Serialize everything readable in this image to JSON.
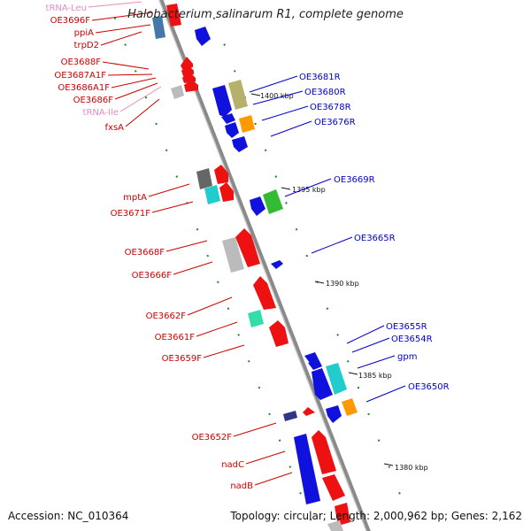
{
  "title": "Halobacterium salinarum R1, complete genome",
  "footer": {
    "accession": "Accession: NC_010364",
    "summary": "Topology: circular; Length: 2,000,962 bp; Genes: 2,162"
  },
  "scale_labels": [
    "1400 kbp",
    "1395 kbp",
    "1390 kbp",
    "1385 kbp",
    "1380 kbp"
  ],
  "left_labels": [
    {
      "text": "tRNA-Leu",
      "kind": "rna"
    },
    {
      "text": "OE3696F",
      "kind": "gene"
    },
    {
      "text": "ppiA",
      "kind": "gene"
    },
    {
      "text": "trpD2",
      "kind": "gene"
    },
    {
      "text": "OE3688F",
      "kind": "gene"
    },
    {
      "text": "OE3687A1F",
      "kind": "gene"
    },
    {
      "text": "OE3686A1F",
      "kind": "gene"
    },
    {
      "text": "OE3686F",
      "kind": "gene"
    },
    {
      "text": "tRNA-Ile",
      "kind": "rna"
    },
    {
      "text": "fxsA",
      "kind": "gene"
    },
    {
      "text": "mptA",
      "kind": "gene"
    },
    {
      "text": "OE3671F",
      "kind": "gene"
    },
    {
      "text": "OE3668F",
      "kind": "gene"
    },
    {
      "text": "OE3666F",
      "kind": "gene"
    },
    {
      "text": "OE3662F",
      "kind": "gene"
    },
    {
      "text": "OE3661F",
      "kind": "gene"
    },
    {
      "text": "OE3659F",
      "kind": "gene"
    },
    {
      "text": "OE3652F",
      "kind": "gene"
    },
    {
      "text": "nadC",
      "kind": "gene"
    },
    {
      "text": "nadB",
      "kind": "gene"
    }
  ],
  "right_labels": [
    {
      "text": "OE3681R"
    },
    {
      "text": "OE3680R"
    },
    {
      "text": "OE3678R"
    },
    {
      "text": "OE3676R"
    },
    {
      "text": "OE3669R"
    },
    {
      "text": "OE3665R"
    },
    {
      "text": "OE3655R"
    },
    {
      "text": "OE3654R"
    },
    {
      "text": "gpm"
    },
    {
      "text": "OE3650R"
    }
  ],
  "colors": {
    "forward_gene": "#ee1111",
    "reverse_gene": "#1111dd",
    "forward_label": "#cc0000",
    "reverse_label": "#0000cc",
    "rna_label": "#e58ac4",
    "backbone": "#888888",
    "tick": "#1a8a1a",
    "khaki": "#b5b06a",
    "cyan": "#22cccc",
    "green": "#33bb33",
    "orange": "#ff9900",
    "gray": "#bbbbbb",
    "darkgray": "#666666",
    "steelblue": "#4477aa",
    "teal": "#33ddaa",
    "indigo": "#333388"
  }
}
